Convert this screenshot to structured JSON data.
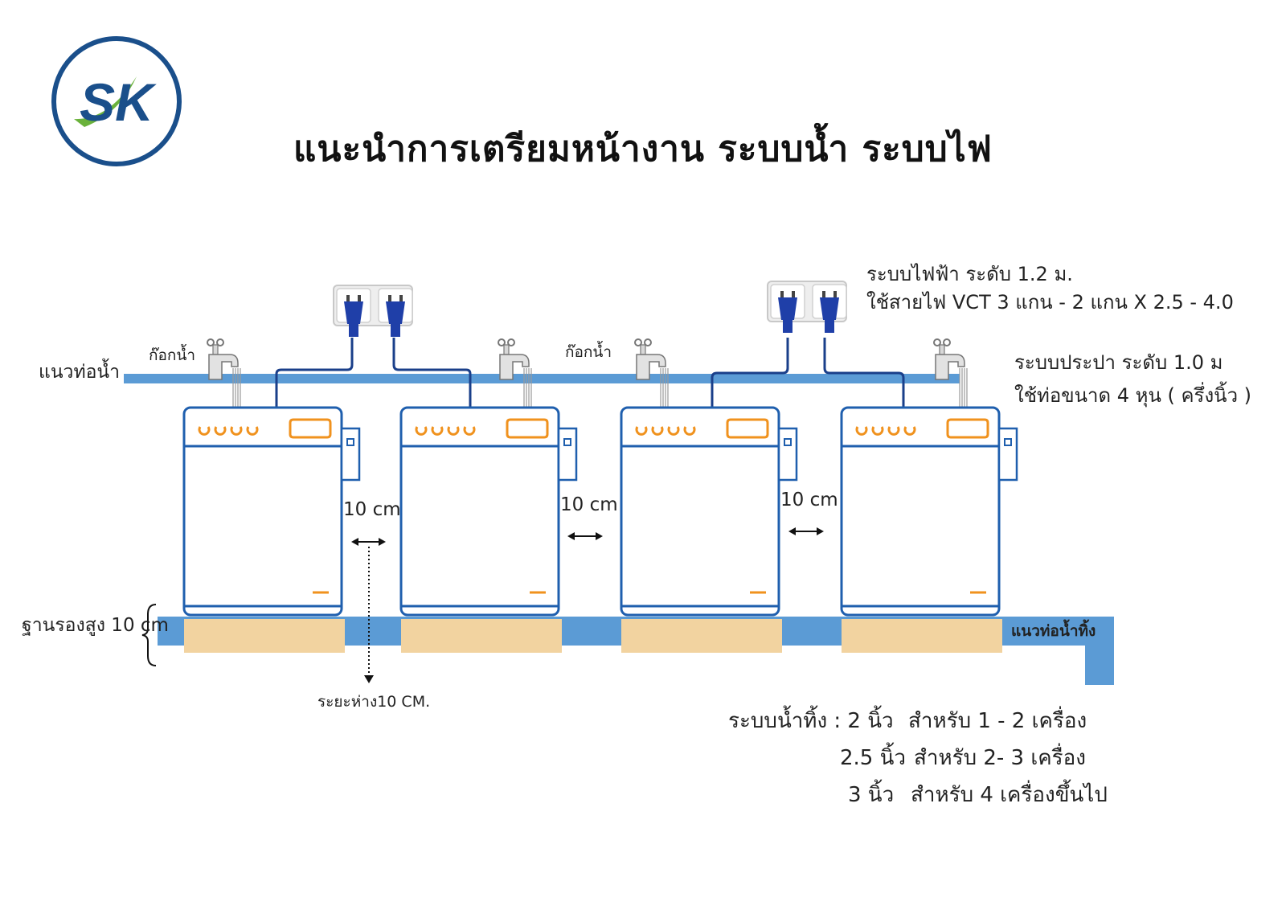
{
  "logo": {
    "text": "SK",
    "ring_color": "#1a4f8b",
    "swoosh_color": "#6ab23b"
  },
  "title": "แนะนำการเตรียมหน้างาน ระบบน้ำ ระบบไฟ",
  "labels": {
    "water_line": "แนวท่อน้ำ",
    "faucet": "ก๊อกน้ำ",
    "electric_level": "ระบบไฟฟ้า ระดับ 1.2 ม.",
    "electric_cable": "ใช้สายไฟ VCT 3 แกน - 2 แกน X 2.5 - 4.0",
    "plumbing_level": "ระบบประปา ระดับ 1.0 ม",
    "plumbing_pipe": "ใช้ท่อขนาด 4 หุน ( ครึ่งนิ้ว )",
    "base_height": "ฐานรองสูง 10 cm",
    "drain_line": "แนวท่อน้ำทิ้ง",
    "gap": "10 cm",
    "wall_distance": "ระยะห่าง10 CM."
  },
  "drain_spec": {
    "heading": "ระบบน้ำทิ้ง : 2 นิ้ว",
    "rows": [
      {
        "size": "",
        "use": "สำหรับ 1 - 2 เครื่อง"
      },
      {
        "size": "2.5 นิ้ว",
        "use": "สำหรับ 2- 3 เครื่อง"
      },
      {
        "size": "3 นิ้ว",
        "use": "สำหรับ 4 เครื่องขึ้นไป"
      }
    ]
  },
  "colors": {
    "machine_outline": "#1f5fae",
    "pipe": "#5b9bd5",
    "base": "#f2d3a0",
    "control_accent": "#f0921e",
    "cable": "#1a3f8a",
    "plug": "#1f3fa8"
  },
  "machine_count": 4
}
